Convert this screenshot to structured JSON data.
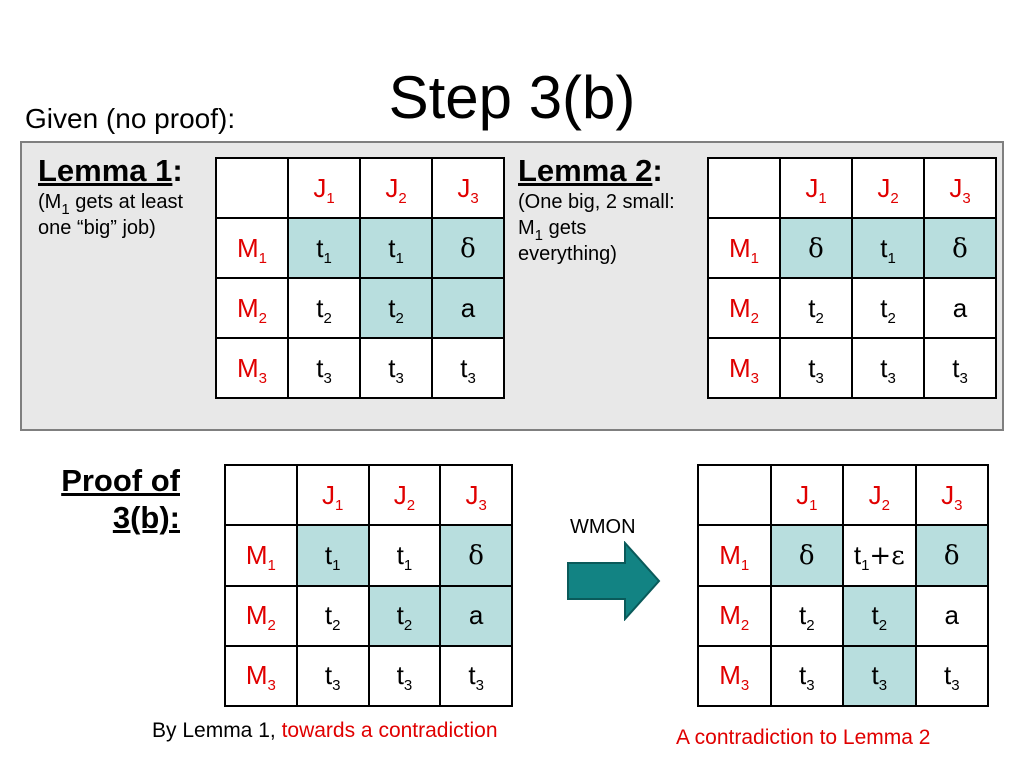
{
  "title": "Step 3(b)",
  "given": "Given (no proof):",
  "lemma1": {
    "heading": "Lemma 1",
    "colon": ":",
    "desc_pre": "(M",
    "desc_sub": "1",
    "desc_post": " gets at least one “big” job)"
  },
  "lemma2": {
    "heading": "Lemma 2",
    "colon": ":",
    "desc_pre": "(One big, 2 small: M",
    "desc_sub": "1",
    "desc_post": " gets everything)"
  },
  "proof_label": "Proof of 3(b):",
  "arrow_label": "WMON",
  "by_lemma": "By Lemma 1, ",
  "towards": "towards a contradiction",
  "contradiction": "A contradiction to Lemma 2",
  "colors": {
    "label": "#e00000",
    "highlight": "#b8dede",
    "arrow": "#128383",
    "box": "#e8e8e8"
  },
  "tables": {
    "lemma1": {
      "cols": [
        {
          "base": "J",
          "sub": "1"
        },
        {
          "base": "J",
          "sub": "2"
        },
        {
          "base": "J",
          "sub": "3"
        }
      ],
      "rows": [
        {
          "base": "M",
          "sub": "1",
          "cells": [
            {
              "base": "t",
              "sub": "1",
              "hl": true
            },
            {
              "base": "t",
              "sub": "1",
              "hl": true
            },
            {
              "base": "δ",
              "sub": "",
              "hl": true
            }
          ]
        },
        {
          "base": "M",
          "sub": "2",
          "cells": [
            {
              "base": "t",
              "sub": "2",
              "hl": false
            },
            {
              "base": "t",
              "sub": "2",
              "hl": true
            },
            {
              "base": "a",
              "sub": "",
              "hl": true
            }
          ]
        },
        {
          "base": "M",
          "sub": "3",
          "cells": [
            {
              "base": "t",
              "sub": "3",
              "hl": false
            },
            {
              "base": "t",
              "sub": "3",
              "hl": false
            },
            {
              "base": "t",
              "sub": "3",
              "hl": false
            }
          ]
        }
      ]
    },
    "lemma2": {
      "cols": [
        {
          "base": "J",
          "sub": "1"
        },
        {
          "base": "J",
          "sub": "2"
        },
        {
          "base": "J",
          "sub": "3"
        }
      ],
      "rows": [
        {
          "base": "M",
          "sub": "1",
          "cells": [
            {
              "base": "δ",
              "sub": "",
              "hl": true
            },
            {
              "base": "t",
              "sub": "1",
              "hl": true
            },
            {
              "base": "δ",
              "sub": "",
              "hl": true
            }
          ]
        },
        {
          "base": "M",
          "sub": "2",
          "cells": [
            {
              "base": "t",
              "sub": "2",
              "hl": false
            },
            {
              "base": "t",
              "sub": "2",
              "hl": false
            },
            {
              "base": "a",
              "sub": "",
              "hl": false
            }
          ]
        },
        {
          "base": "M",
          "sub": "3",
          "cells": [
            {
              "base": "t",
              "sub": "3",
              "hl": false
            },
            {
              "base": "t",
              "sub": "3",
              "hl": false
            },
            {
              "base": "t",
              "sub": "3",
              "hl": false
            }
          ]
        }
      ]
    },
    "proof_left": {
      "cols": [
        {
          "base": "J",
          "sub": "1"
        },
        {
          "base": "J",
          "sub": "2"
        },
        {
          "base": "J",
          "sub": "3"
        }
      ],
      "rows": [
        {
          "base": "M",
          "sub": "1",
          "cells": [
            {
              "base": "t",
              "sub": "1",
              "hl": true
            },
            {
              "base": "t",
              "sub": "1",
              "hl": false
            },
            {
              "base": "δ",
              "sub": "",
              "hl": true
            }
          ]
        },
        {
          "base": "M",
          "sub": "2",
          "cells": [
            {
              "base": "t",
              "sub": "2",
              "hl": false
            },
            {
              "base": "t",
              "sub": "2",
              "hl": true
            },
            {
              "base": "a",
              "sub": "",
              "hl": true
            }
          ]
        },
        {
          "base": "M",
          "sub": "3",
          "cells": [
            {
              "base": "t",
              "sub": "3",
              "hl": false
            },
            {
              "base": "t",
              "sub": "3",
              "hl": false
            },
            {
              "base": "t",
              "sub": "3",
              "hl": false
            }
          ]
        }
      ]
    },
    "proof_right": {
      "cols": [
        {
          "base": "J",
          "sub": "1"
        },
        {
          "base": "J",
          "sub": "2"
        },
        {
          "base": "J",
          "sub": "3"
        }
      ],
      "rows": [
        {
          "base": "M",
          "sub": "1",
          "cells": [
            {
              "base": "δ",
              "sub": "",
              "hl": true
            },
            {
              "base": "t",
              "sub": "1",
              "post": "+ε",
              "hl": false
            },
            {
              "base": "δ",
              "sub": "",
              "hl": true
            }
          ]
        },
        {
          "base": "M",
          "sub": "2",
          "cells": [
            {
              "base": "t",
              "sub": "2",
              "hl": false
            },
            {
              "base": "t",
              "sub": "2",
              "hl": true
            },
            {
              "base": "a",
              "sub": "",
              "hl": false
            }
          ]
        },
        {
          "base": "M",
          "sub": "3",
          "cells": [
            {
              "base": "t",
              "sub": "3",
              "hl": false
            },
            {
              "base": "t",
              "sub": "3",
              "hl": true
            },
            {
              "base": "t",
              "sub": "3",
              "hl": false
            }
          ]
        }
      ]
    }
  }
}
